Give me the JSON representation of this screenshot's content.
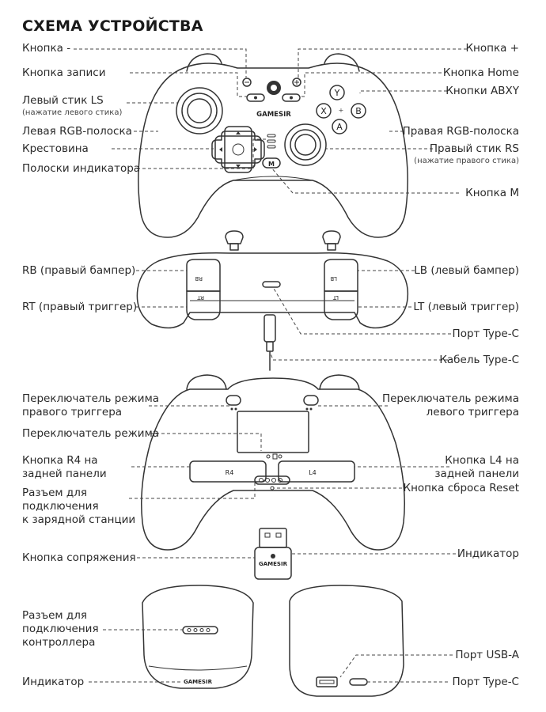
{
  "title": "СХЕМА УСТРОЙСТВА",
  "labels": {
    "minus": "Кнопка -",
    "record": "Кнопка записи",
    "ls": "Левый стик LS",
    "ls_sub": "(нажатие левого стика)",
    "left_rgb": "Левая RGB-полоска",
    "dpad": "Крестовина",
    "indicator_bars": "Полоски индикатора",
    "plus": "Кнопка +",
    "home": "Кнопка Home",
    "abxy": "Кнопки ABXY",
    "right_rgb": "Правая RGB-полоска",
    "rs": "Правый стик RS",
    "rs_sub": "(нажатие правого стика)",
    "m_button": "Кнопка M",
    "rb": "RB (правый бампер)",
    "rt": "RT (правый триггер)",
    "lb": "LB (левый бампер)",
    "lt": "LT (левый триггер)",
    "typec_port": "Порт Type-C",
    "typec_cable": "Кабель Type-C",
    "right_trigger_switch_1": "Переключатель режима",
    "right_trigger_switch_2": "правого триггера",
    "left_trigger_switch_1": "Переключатель режима",
    "left_trigger_switch_2": "левого триггера",
    "mode_switch": "Переключатель режима",
    "r4_1": "Кнопка R4 на",
    "r4_2": "задней панели",
    "l4_1": "Кнопка L4 на",
    "l4_2": "задней панели",
    "reset": "Кнопка сброса Reset",
    "dock_conn_1": "Разъем для",
    "dock_conn_2": "подключения",
    "dock_conn_3": "к зарядной станции",
    "pair": "Кнопка сопряжения",
    "dongle_indicator": "Индикатор",
    "ctrl_conn_1": "Разъем для",
    "ctrl_conn_2": "подключения",
    "ctrl_conn_3": "контроллера",
    "dock_indicator": "Индикатор",
    "usba": "Порт USB-A",
    "dock_typec": "Порт Type-C"
  },
  "device_text": {
    "brand": "GAMESIR",
    "m": "M",
    "a": "A",
    "b": "B",
    "x": "X",
    "y": "Y",
    "rb": "RB",
    "rt": "RT",
    "lb": "LB",
    "lt": "LT",
    "r4": "R4",
    "l4": "L4"
  }
}
